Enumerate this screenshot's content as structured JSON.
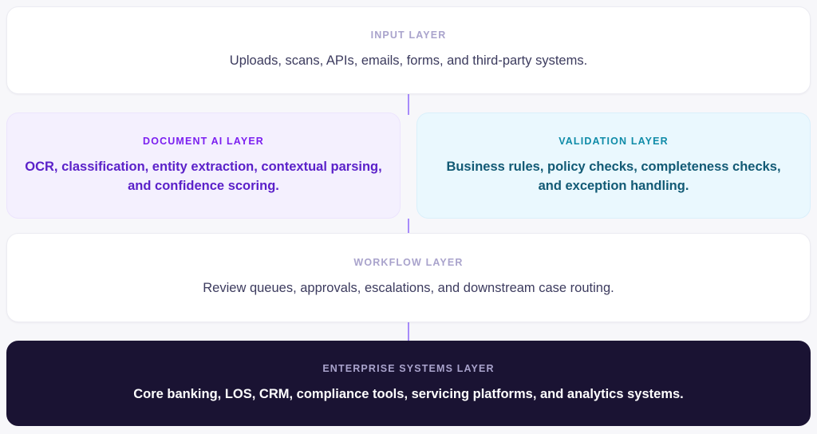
{
  "diagram": {
    "type": "vertical-layered-architecture-stack",
    "accent_color": "#a78bfa",
    "background_color": "#f7f7fa",
    "layers": [
      {
        "id": "input",
        "eyebrow": "INPUT LAYER",
        "body": "Uploads, scans, APIs, emails, forms, and third-party systems.",
        "background_color": "#ffffff",
        "eyebrow_color": "#a9a3cc",
        "body_color": "#3c3b5e"
      },
      {
        "id": "document-ai",
        "eyebrow": "DOCUMENT AI LAYER",
        "body": "OCR, classification, entity extraction, contextual parsing, and confidence scoring.",
        "background_color": "#f4f0fe",
        "eyebrow_color": "#7b1ff0",
        "body_color": "#5b21c9"
      },
      {
        "id": "validation",
        "eyebrow": "VALIDATION LAYER",
        "body": "Business rules, policy checks, completeness checks, and exception handling.",
        "background_color": "#eaf8fe",
        "eyebrow_color": "#0f8ba8",
        "body_color": "#125a75"
      },
      {
        "id": "workflow",
        "eyebrow": "WORKFLOW LAYER",
        "body": "Review queues, approvals, escalations, and downstream case routing.",
        "background_color": "#ffffff",
        "eyebrow_color": "#a9a3cc",
        "body_color": "#3c3b5e"
      },
      {
        "id": "enterprise-systems",
        "eyebrow": "ENTERPRISE SYSTEMS LAYER",
        "body": "Core banking, LOS, CRM, compliance tools, servicing platforms, and analytics systems.",
        "background_color": "#1a1333",
        "eyebrow_color": "#a9a3cc",
        "body_color": "#ffffff"
      }
    ]
  }
}
